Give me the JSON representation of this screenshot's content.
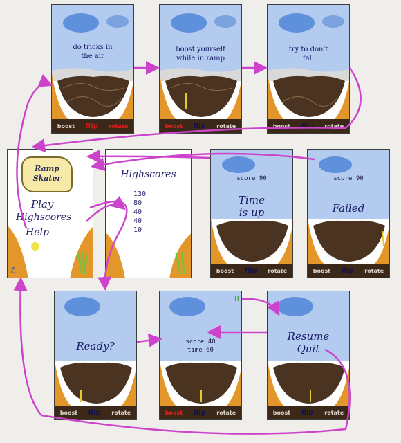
{
  "colors": {
    "background": "#efeeea",
    "arrow": "#cc44cc",
    "sky": "#a9c4ec",
    "cloud": "#5e90dc",
    "ramp": "#e3972a",
    "pit": "#4a3320",
    "bar": "#3b2818",
    "accent": "#e02020"
  },
  "controls": {
    "boost": "boost",
    "flip": "flip",
    "rotate": "rotate"
  },
  "tutorial": [
    {
      "caption": "do tricks in the air",
      "highlight": "flip"
    },
    {
      "caption": "boost yourself while in ramp",
      "highlight": "boost"
    },
    {
      "caption": "try to don't fall",
      "highlight": "none"
    }
  ],
  "menu": {
    "logo": "Ramp Skater",
    "items": [
      "Play",
      "Highscores",
      "Help"
    ]
  },
  "highscores": {
    "title": "Highscores",
    "scores": [
      "130",
      "80",
      "40",
      "40",
      "10"
    ]
  },
  "time_up": {
    "score": "score 90",
    "caption": "Time is up"
  },
  "failed": {
    "score": "score 90",
    "caption": "Failed"
  },
  "ready": {
    "caption": "Ready?"
  },
  "game": {
    "score": "score 40",
    "time": "time 60"
  },
  "pause": {
    "items": [
      "Resume",
      "Quit"
    ]
  }
}
